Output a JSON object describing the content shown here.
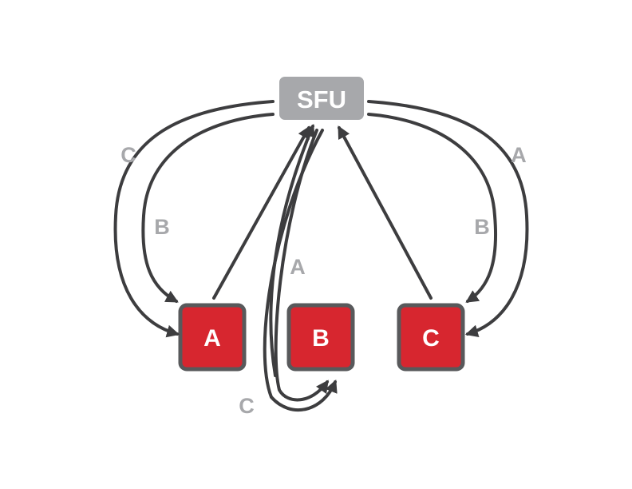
{
  "server": {
    "label": "SFU",
    "color": "#a7a8ab"
  },
  "clients": [
    {
      "label": "A",
      "color": "#d7262f",
      "border": "#58595b"
    },
    {
      "label": "B",
      "color": "#d7262f",
      "border": "#58595b"
    },
    {
      "label": "C",
      "color": "#d7262f",
      "border": "#58595b"
    }
  ],
  "flow_labels": {
    "outer_left": "C",
    "inner_left": "B",
    "outer_right": "A",
    "inner_right": "B",
    "to_b_inner": "A",
    "to_b_outer": "C"
  }
}
